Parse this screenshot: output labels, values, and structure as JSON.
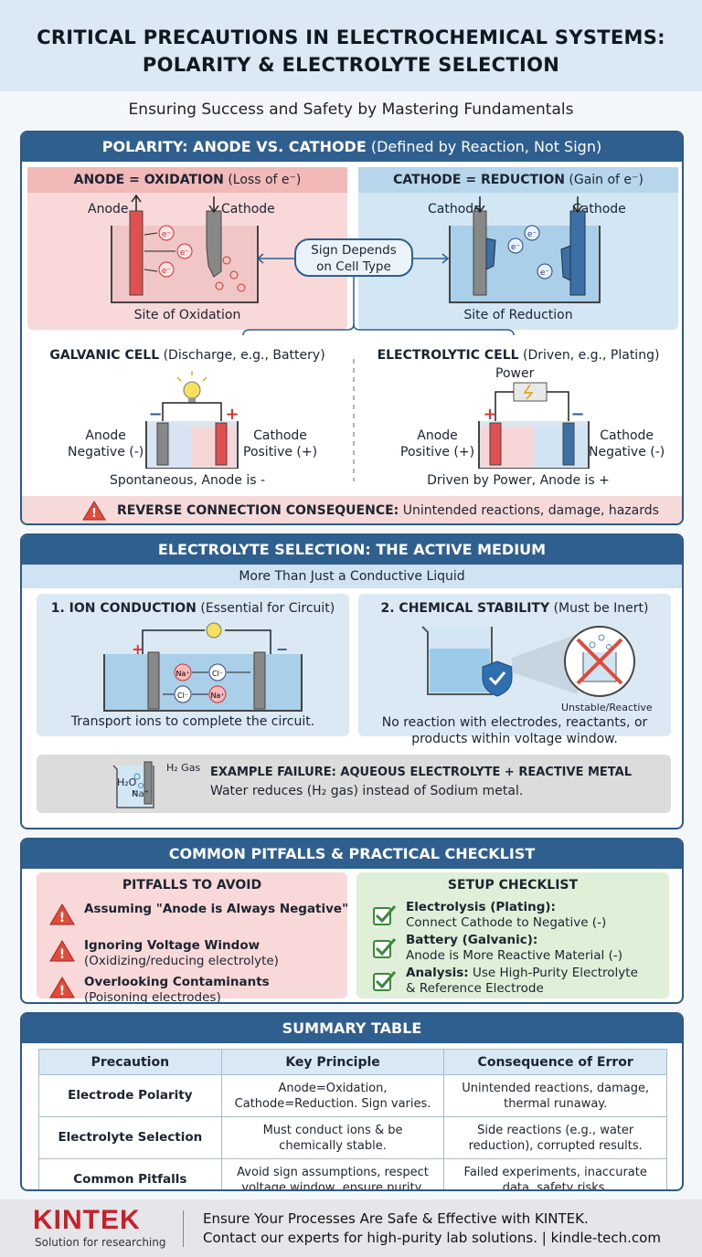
{
  "header": {
    "title_line1": "CRITICAL PRECAUTIONS IN ELECTROCHEMICAL SYSTEMS:",
    "title_line2": "POLARITY & ELECTROLYTE SELECTION"
  },
  "subtitle": "Ensuring Success and Safety by Mastering Fundamentals",
  "polarity": {
    "title_bold": "POLARITY: ANODE VS. CATHODE",
    "title_light": " (Defined by Reaction, Not Sign)",
    "anode_box": {
      "title_bold": "ANODE = OXIDATION",
      "title_light": " (Loss of e⁻)",
      "left_label": "Anode",
      "right_label": "Cathode",
      "caption": "Site of Oxidation"
    },
    "cathode_box": {
      "title_bold": "CATHODE = REDUCTION",
      "title_light": " (Gain of e⁻)",
      "left_label": "Cathode",
      "right_label": "Cathode",
      "caption": "Site of Reduction"
    },
    "center_bubble_line1": "Sign Depends",
    "center_bubble_line2": "on Cell Type",
    "electron_label": "e⁻",
    "galvanic": {
      "title_bold": "GALVANIC CELL",
      "title_light": " (Discharge, e.g., Battery)",
      "left_line1": "Anode",
      "left_line2": "Negative (-)",
      "right_line1": "Cathode",
      "right_line2": "Positive (+)",
      "minus": "−",
      "plus": "+",
      "caption": "Spontaneous, Anode is -"
    },
    "electrolytic": {
      "title_bold": "ELECTROLYTIC CELL",
      "title_light": " (Driven, e.g., Plating)",
      "power": "Power",
      "left_line1": "Anode",
      "left_line2": "Positive (+)",
      "right_line1": "Cathode",
      "right_line2": "Negative (-)",
      "minus": "−",
      "plus": "+",
      "caption": "Driven by Power, Anode is +"
    },
    "warning_bold": "REVERSE CONNECTION CONSEQUENCE:",
    "warning_light": " Unintended reactions, damage, hazards"
  },
  "electrolyte": {
    "title": "ELECTROLYTE SELECTION: THE ACTIVE MEDIUM",
    "subtitle": "More Than Just a Conductive Liquid",
    "ion": {
      "title_bold": "1. ION CONDUCTION",
      "title_light": " (Essential for Circuit)",
      "ion1": "Na⁺",
      "ion2": "Cl⁻",
      "ion3": "Cl⁻",
      "ion4": "Na⁺",
      "caption": "Transport ions to complete the circuit."
    },
    "stability": {
      "title_bold": "2. CHEMICAL STABILITY",
      "title_light": " (Must be Inert)",
      "unstable_label": "Unstable/Reactive",
      "caption_line1": "No reaction with electrodes, reactants, or",
      "caption_line2": "products within voltage window."
    },
    "failure": {
      "gas_label": "H₂ Gas",
      "water_label": "H₂O",
      "ion_label": "Na⁺",
      "title": "EXAMPLE FAILURE: AQUEOUS ELECTROLYTE + REACTIVE METAL",
      "text": "Water reduces (H₂ gas) instead of Sodium metal."
    }
  },
  "pitfalls": {
    "title": "COMMON PITFALLS & PRACTICAL CHECKLIST",
    "avoid_title": "PITFALLS TO AVOID",
    "avoid_items": [
      {
        "bold": "Assuming \"Anode is Always Negative\"",
        "light": ""
      },
      {
        "bold": "Ignoring Voltage Window",
        "light": "(Oxidizing/reducing electrolyte)"
      },
      {
        "bold": "Overlooking Contaminants",
        "light": "(Poisoning electrodes)"
      }
    ],
    "checklist_title": "SETUP CHECKLIST",
    "checklist_items": [
      {
        "bold": "Electrolysis (Plating):",
        "light": "Connect Cathode to Negative (-)"
      },
      {
        "bold": "Battery (Galvanic):",
        "light": "Anode is More Reactive Material (-)"
      },
      {
        "bold": "Analysis:",
        "light": " Use High-Purity Electrolyte",
        "line2": "& Reference Electrode"
      }
    ]
  },
  "summary": {
    "title": "SUMMARY TABLE",
    "headers": [
      "Precaution",
      "Key Principle",
      "Consequence of Error"
    ],
    "rows": [
      {
        "c0": "Electrode Polarity",
        "c1a": "Anode=Oxidation,",
        "c1b": "Cathode=Reduction. Sign varies.",
        "c2a": "Unintended reactions, damage,",
        "c2b": "thermal runaway."
      },
      {
        "c0": "Electrolyte Selection",
        "c1a": "Must conduct ions & be",
        "c1b": "chemically stable.",
        "c2a": "Side reactions (e.g., water",
        "c2b": "reduction), corrupted results."
      },
      {
        "c0": "Common Pitfalls",
        "c1a": "Avoid sign assumptions, respect",
        "c1b": "voltage window, ensure purity.",
        "c2a": "Failed experiments, inaccurate",
        "c2b": "data, safety risks."
      }
    ]
  },
  "footer": {
    "brand": "KINTEK",
    "tagline": "Solution for researching",
    "line1": "Ensure Your Processes Are Safe & Effective with KINTEK.",
    "line2": "Contact our experts for high-purity lab solutions. | kindle-tech.com"
  }
}
